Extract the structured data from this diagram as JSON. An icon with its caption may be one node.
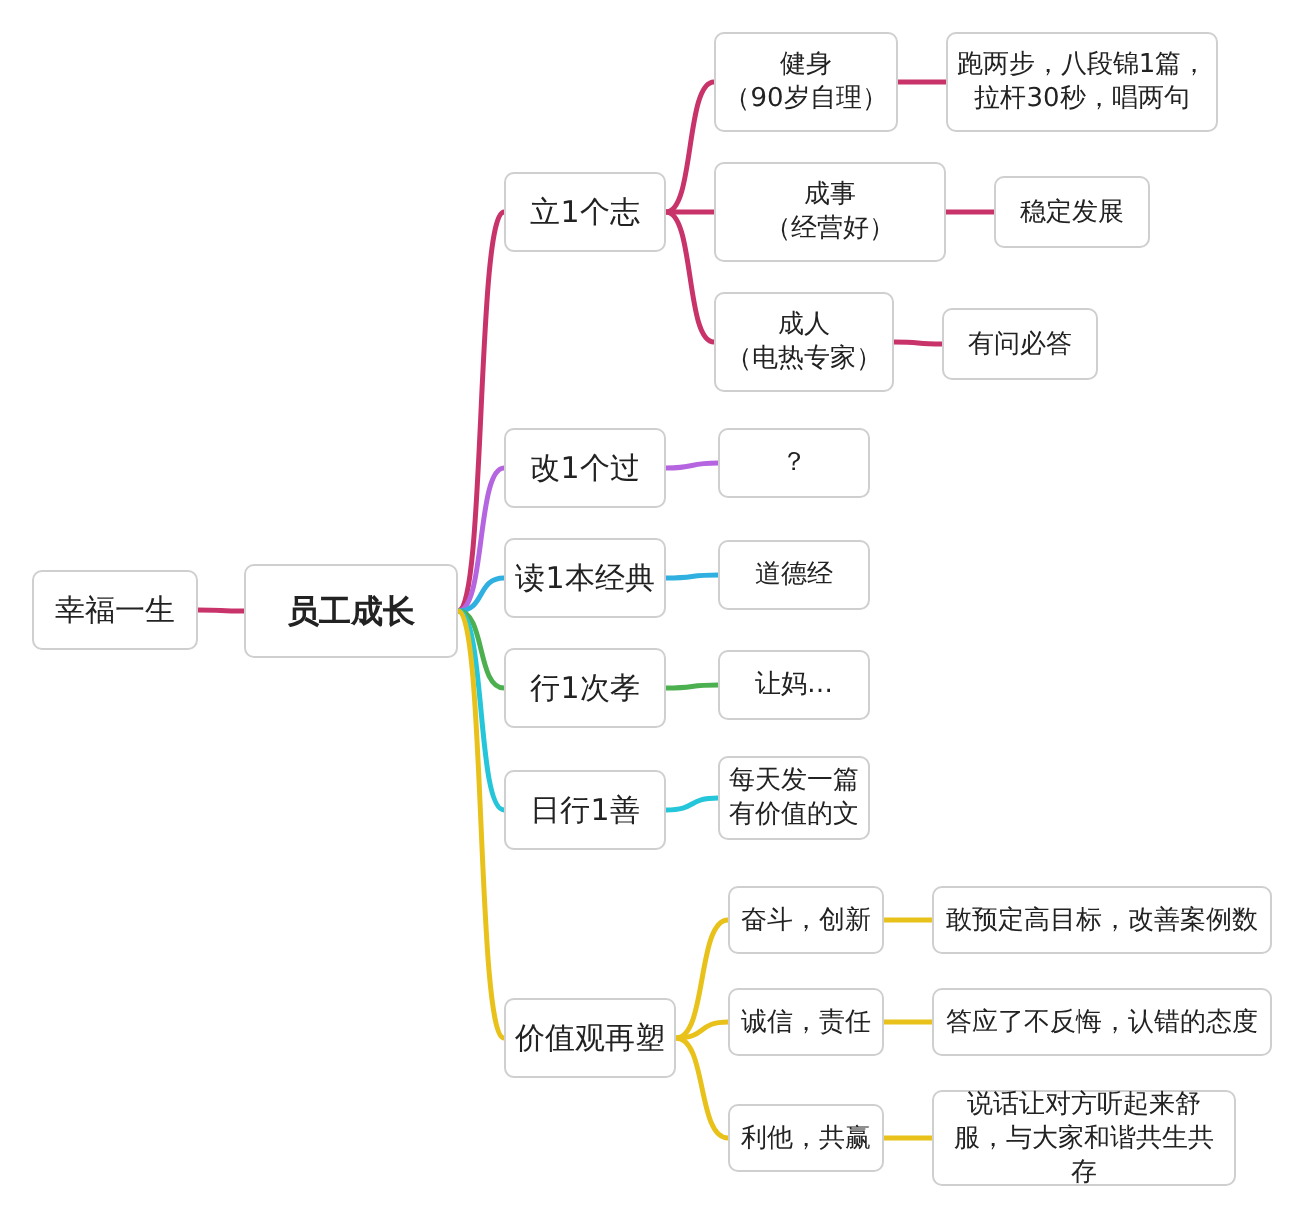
{
  "diagram": {
    "nodes": [
      {
        "text": [
          "幸福一生"
        ]
      },
      {
        "text": [
          "员工成长"
        ]
      },
      {
        "text": [
          "立1个志"
        ]
      },
      {
        "text": [
          "健身",
          "（90岁自理）"
        ]
      },
      {
        "text": [
          "跑两步，八段锦1篇，拉杆30秒，唱两句"
        ]
      },
      {
        "text": [
          "成事",
          "（经营好）"
        ]
      },
      {
        "text": [
          "稳定发展"
        ]
      },
      {
        "text": [
          "成人",
          "（电热专家）"
        ]
      },
      {
        "text": [
          "有问必答"
        ]
      },
      {
        "text": [
          "改1个过"
        ]
      },
      {
        "text": [
          "？"
        ]
      },
      {
        "text": [
          "读1本经典"
        ]
      },
      {
        "text": [
          "道德经"
        ]
      },
      {
        "text": [
          "行1次孝"
        ]
      },
      {
        "text": [
          "让妈…"
        ]
      },
      {
        "text": [
          "日行1善"
        ]
      },
      {
        "text": [
          "每天发一篇有价值的文"
        ]
      },
      {
        "text": [
          "价值观再塑"
        ]
      },
      {
        "text": [
          "奋斗，创新"
        ]
      },
      {
        "text": [
          "敢预定高目标，改善案例数"
        ]
      },
      {
        "text": [
          "诚信，责任"
        ]
      },
      {
        "text": [
          "答应了不反悔，认错的态度"
        ]
      },
      {
        "text": [
          "利他，共赢"
        ]
      },
      {
        "text": [
          "说话让对方听起来舒服，与大家和谐共生共存"
        ]
      }
    ],
    "edges": [
      {
        "from": 0,
        "to": 1,
        "arrow": "none",
        "color": "#c8336a"
      },
      {
        "from": 1,
        "to": 2,
        "arrow": "none",
        "color": "#c8336a"
      },
      {
        "from": 2,
        "to": 3,
        "arrow": "none",
        "color": "#c8336a"
      },
      {
        "from": 3,
        "to": 4,
        "arrow": "none",
        "color": "#c8336a"
      },
      {
        "from": 2,
        "to": 5,
        "arrow": "none",
        "color": "#c8336a"
      },
      {
        "from": 5,
        "to": 6,
        "arrow": "none",
        "color": "#c8336a"
      },
      {
        "from": 2,
        "to": 7,
        "arrow": "none",
        "color": "#c8336a"
      },
      {
        "from": 7,
        "to": 8,
        "arrow": "none",
        "color": "#c8336a"
      },
      {
        "from": 1,
        "to": 9,
        "arrow": "none",
        "color": "#b565e0"
      },
      {
        "from": 9,
        "to": 10,
        "arrow": "none",
        "color": "#b565e0"
      },
      {
        "from": 1,
        "to": 11,
        "arrow": "none",
        "color": "#2fb0e0"
      },
      {
        "from": 11,
        "to": 12,
        "arrow": "none",
        "color": "#2fb0e0"
      },
      {
        "from": 1,
        "to": 13,
        "arrow": "none",
        "color": "#4caf50"
      },
      {
        "from": 13,
        "to": 14,
        "arrow": "none",
        "color": "#4caf50"
      },
      {
        "from": 1,
        "to": 15,
        "arrow": "none",
        "color": "#26c6da"
      },
      {
        "from": 15,
        "to": 16,
        "arrow": "none",
        "color": "#26c6da"
      },
      {
        "from": 1,
        "to": 17,
        "arrow": "none",
        "color": "#e8c21a"
      },
      {
        "from": 17,
        "to": 18,
        "arrow": "none",
        "color": "#e8c21a"
      },
      {
        "from": 18,
        "to": 19,
        "arrow": "none",
        "color": "#e8c21a"
      },
      {
        "from": 17,
        "to": 20,
        "arrow": "none",
        "color": "#e8c21a"
      },
      {
        "from": 20,
        "to": 21,
        "arrow": "none",
        "color": "#e8c21a"
      },
      {
        "from": 17,
        "to": 22,
        "arrow": "none",
        "color": "#e8c21a"
      },
      {
        "from": 22,
        "to": 23,
        "arrow": "none",
        "color": "#e8c21a"
      }
    ]
  }
}
